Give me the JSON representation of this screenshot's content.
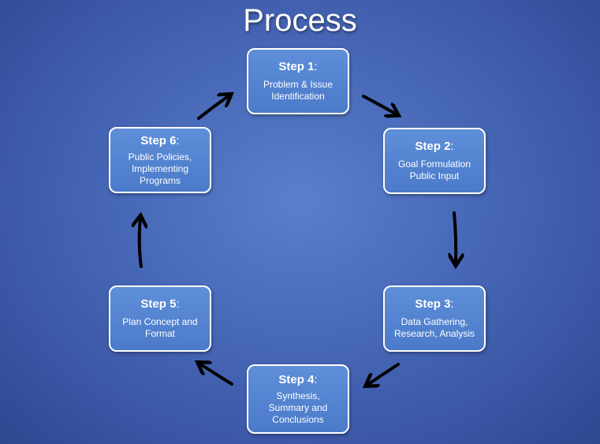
{
  "title": "Process",
  "steps": [
    {
      "head": "Step 1",
      "body": "Problem & Issue\nIdentification"
    },
    {
      "head": "Step 2",
      "body": "Goal Formulation\nPublic Input"
    },
    {
      "head": "Step 3",
      "body": "Data Gathering,\nResearch, Analysis"
    },
    {
      "head": "Step 4",
      "body": "Synthesis,\nSummary and\nConclusions"
    },
    {
      "head": "Step 5",
      "body": "Plan Concept and\nFormat"
    },
    {
      "head": "Step 6",
      "body": "Public Policies,\nImplementing\nPrograms"
    }
  ],
  "colors": {
    "background": "#4869b8",
    "box_fill": "#5588d6",
    "box_border": "#ffffff",
    "arrow": "#000000"
  }
}
